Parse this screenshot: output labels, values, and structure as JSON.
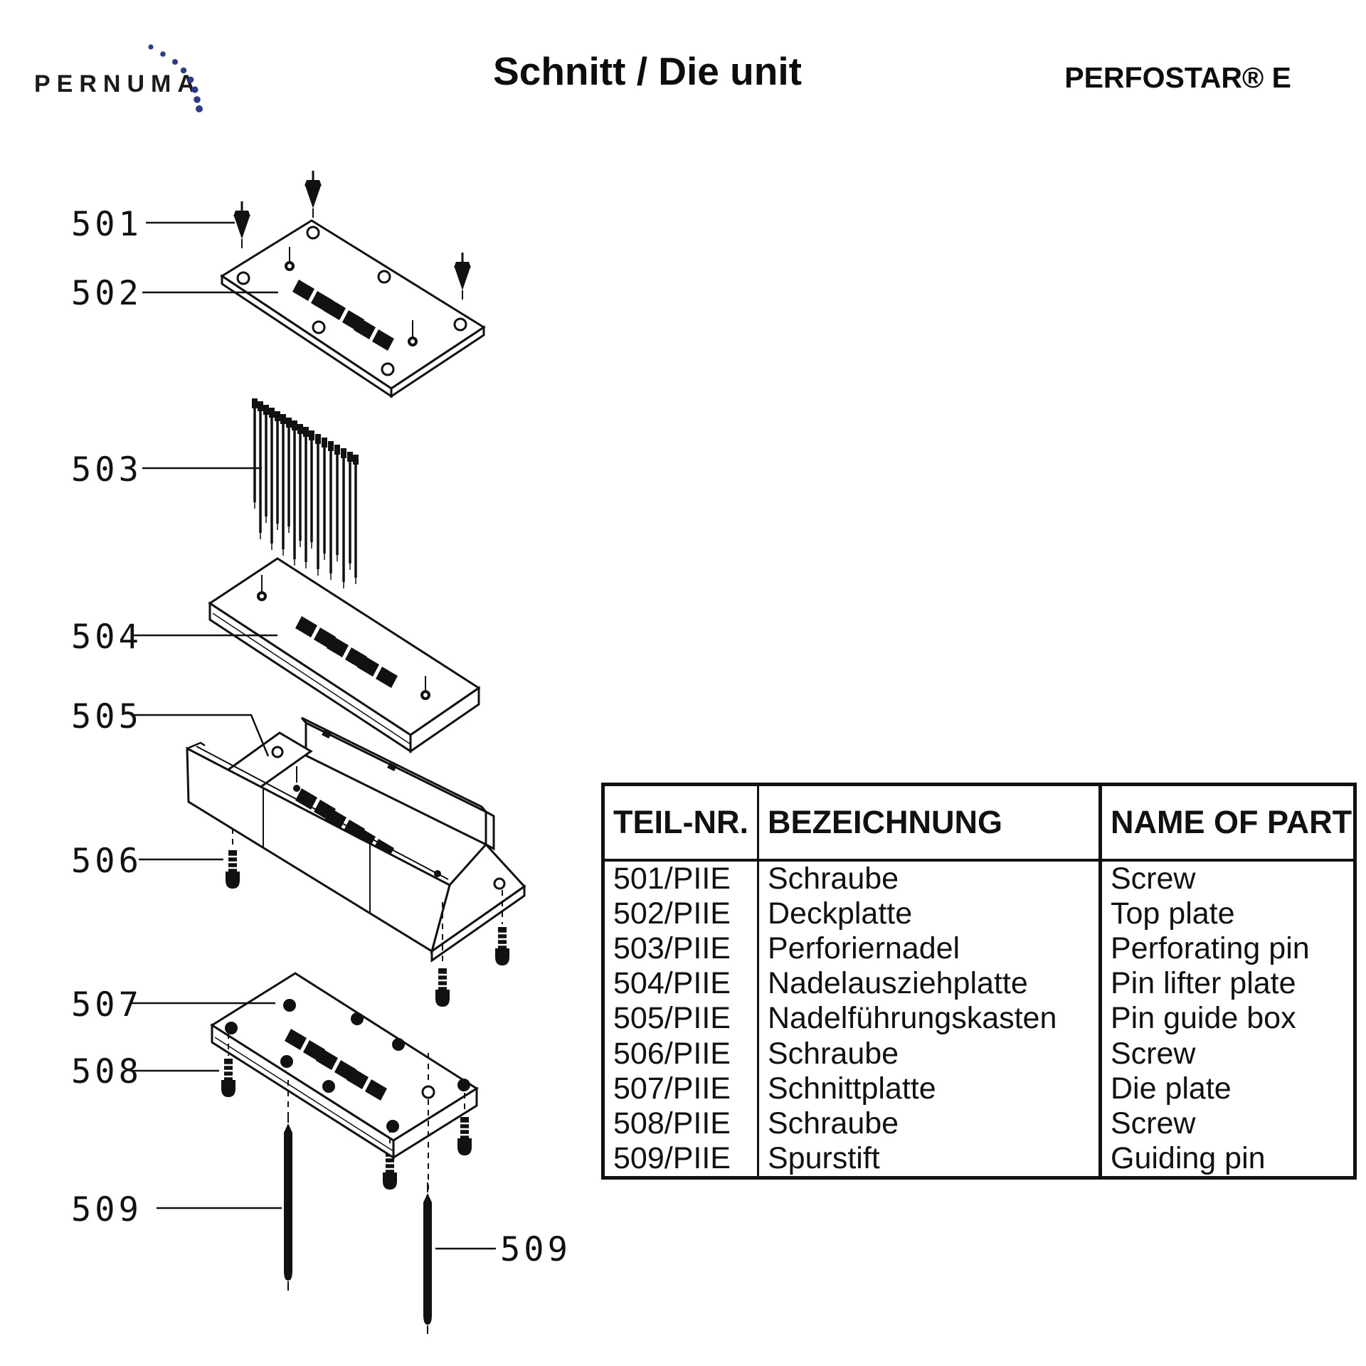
{
  "header": {
    "logo": "PERNUMA",
    "title": "Schnitt / Die unit",
    "product": "PERFOSTAR® E"
  },
  "colors": {
    "dot_blue": "#2d3a8c",
    "line": "#111111"
  },
  "callouts": {
    "c501": "501",
    "c502": "502",
    "c503": "503",
    "c504": "504",
    "c505": "505",
    "c506": "506",
    "c507": "507",
    "c508": "508",
    "c509": "509",
    "c509b": "509"
  },
  "table": {
    "headers": [
      "TEIL-NR.",
      "BEZEICHNUNG",
      "NAME OF PART"
    ],
    "rows": [
      {
        "nr": "501/PIIE",
        "de": "Schraube",
        "en": "Screw"
      },
      {
        "nr": "502/PIIE",
        "de": "Deckplatte",
        "en": "Top plate"
      },
      {
        "nr": "503/PIIE",
        "de": "Perforiernadel",
        "en": "Perforating pin"
      },
      {
        "nr": "504/PIIE",
        "de": "Nadelausziehplatte",
        "en": "Pin lifter plate"
      },
      {
        "nr": "505/PIIE",
        "de": "Nadelführungskasten",
        "en": "Pin guide box"
      },
      {
        "nr": "506/PIIE",
        "de": "Schraube",
        "en": "Screw"
      },
      {
        "nr": "507/PIIE",
        "de": "Schnittplatte",
        "en": "Die plate"
      },
      {
        "nr": "508/PIIE",
        "de": "Schraube",
        "en": "Screw"
      },
      {
        "nr": "509/PIIE",
        "de": "Spurstift",
        "en": "Guiding pin"
      }
    ]
  }
}
